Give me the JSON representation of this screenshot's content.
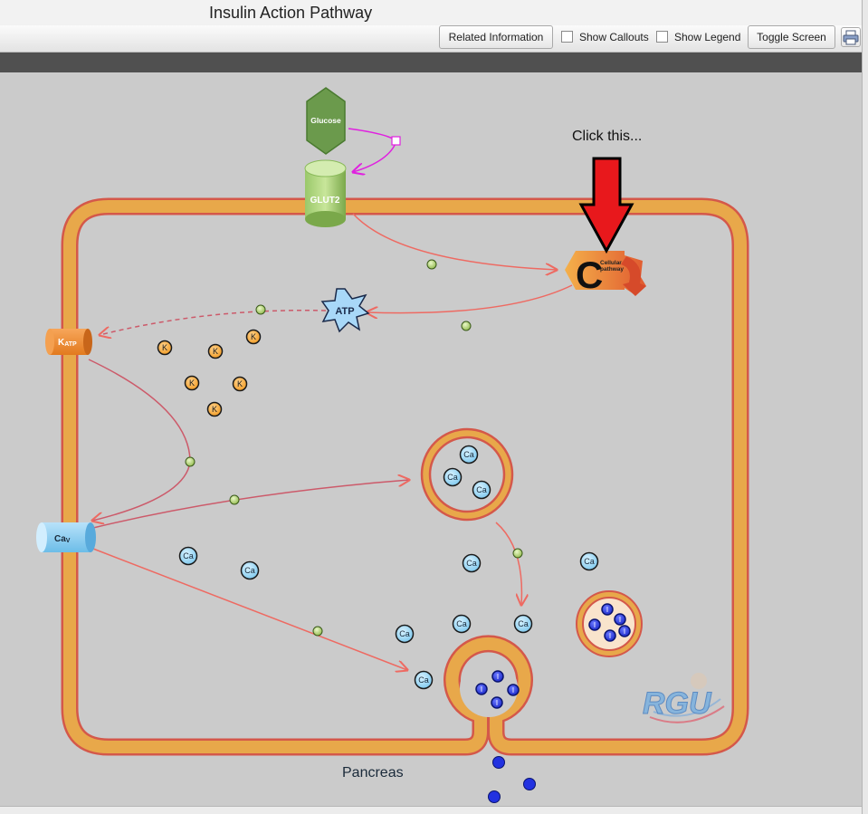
{
  "window": {
    "title": "Insulin Action Pathway"
  },
  "toolbar": {
    "related_label": "Related Information",
    "callouts_label": "Show Callouts",
    "legend_label": "Show Legend",
    "toggle_label": "Toggle Screen"
  },
  "diagram": {
    "glucose": "Glucose",
    "glut2": "GLUT2",
    "atp": "ATP",
    "katp": "K",
    "katp_sub": "ATP",
    "cav": "Ca",
    "cav_sub": "V",
    "callout": "Click this...",
    "pathway_line1": "Cellular",
    "pathway_line2": "pathway",
    "pathway_letter": "C",
    "pancreas": "Pancreas",
    "potassium": "K",
    "calcium": "Ca",
    "insulin": "I",
    "logo": "RGU"
  },
  "colors": {
    "membrane": "#e8a84a",
    "membrane_edge": "#d4584a",
    "arrow": "#ee6a62",
    "glucose": "#6b9a4c",
    "highlight_arrow": "#e8181c"
  }
}
